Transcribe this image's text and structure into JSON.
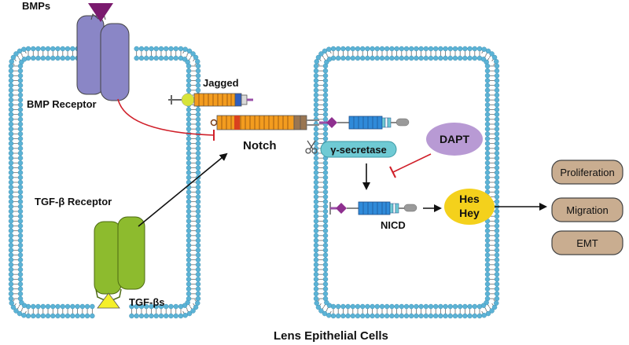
{
  "labels": {
    "bmps": "BMPs",
    "bmp_receptor": "BMP Receptor",
    "jagged": "Jagged",
    "notch": "Notch",
    "tgf_receptor": "TGF-β Receptor",
    "tgf_ligand": "TGF-βs",
    "gamma_secretase": "γ-secretase",
    "dapt": "DAPT",
    "nicd": "NICD",
    "hes": "Hes",
    "hey": "Hey",
    "caption": "Lens Epithelial Cells"
  },
  "outcomes": [
    "Proliferation",
    "Migration",
    "EMT"
  ],
  "colors": {
    "membrane_head": "#5bb3d6",
    "membrane_tail": "#6b6b6b",
    "bmp_receptor": "#8a86c6",
    "bmp_ligand": "#7a1a6e",
    "tgf_receptor": "#8dbb2e",
    "tgf_ligand": "#f4ef2a",
    "notch": "#f39c1f",
    "notch_stripe": "#d9411e",
    "nicd_blue": "#2f8ad9",
    "gamma_secretase": "#6fcad4",
    "dapt": "#b89ad4",
    "hes_hey": "#f4d11c",
    "outcome_fill": "#c9ad90",
    "inhibit_line": "#d0202a",
    "arrow": "#111111",
    "jagged_head": "#d7e43a",
    "nicd_diamond": "#8e2f8f"
  }
}
